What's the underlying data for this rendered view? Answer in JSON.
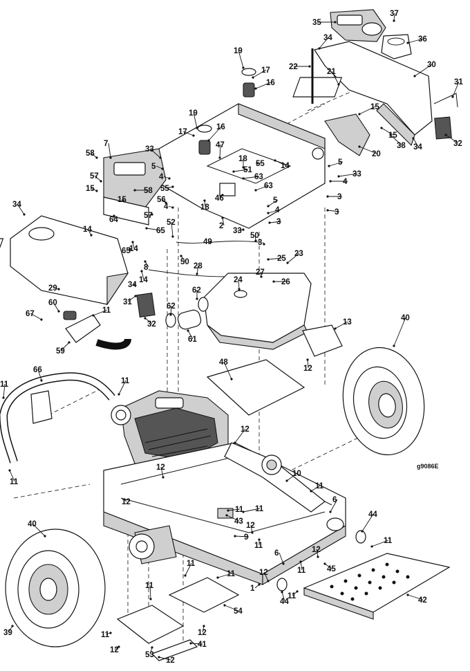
{
  "drawing_id": "g9086E",
  "callouts": [
    {
      "label": "35"
    },
    {
      "label": "37"
    },
    {
      "label": "36"
    },
    {
      "label": "34"
    },
    {
      "label": "30"
    },
    {
      "label": "19"
    },
    {
      "label": "17"
    },
    {
      "label": "16"
    },
    {
      "label": "22"
    },
    {
      "label": "21"
    },
    {
      "label": "31"
    },
    {
      "label": "15"
    },
    {
      "label": "15"
    },
    {
      "label": "20"
    },
    {
      "label": "38"
    },
    {
      "label": "34"
    },
    {
      "label": "32"
    },
    {
      "label": "19"
    },
    {
      "label": "17"
    },
    {
      "label": "16"
    },
    {
      "label": "7"
    },
    {
      "label": "33"
    },
    {
      "label": "47"
    },
    {
      "label": "18"
    },
    {
      "label": "58"
    },
    {
      "label": "5"
    },
    {
      "label": "4"
    },
    {
      "label": "55"
    },
    {
      "label": "14"
    },
    {
      "label": "5"
    },
    {
      "label": "33"
    },
    {
      "label": "4"
    },
    {
      "label": "57"
    },
    {
      "label": "15"
    },
    {
      "label": "58"
    },
    {
      "label": "55"
    },
    {
      "label": "51"
    },
    {
      "label": "63"
    },
    {
      "label": "63"
    },
    {
      "label": "18"
    },
    {
      "label": "46"
    },
    {
      "label": "3"
    },
    {
      "label": "15"
    },
    {
      "label": "56"
    },
    {
      "label": "4"
    },
    {
      "label": "5"
    },
    {
      "label": "4"
    },
    {
      "label": "3"
    },
    {
      "label": "34"
    },
    {
      "label": "64"
    },
    {
      "label": "57"
    },
    {
      "label": "2"
    },
    {
      "label": "33"
    },
    {
      "label": "3"
    },
    {
      "label": "14"
    },
    {
      "label": "65"
    },
    {
      "label": "52"
    },
    {
      "label": "65"
    },
    {
      "label": "14"
    },
    {
      "label": "50"
    },
    {
      "label": "3"
    },
    {
      "label": "49"
    },
    {
      "label": "25"
    },
    {
      "label": "23"
    },
    {
      "label": "50"
    },
    {
      "label": "8"
    },
    {
      "label": "14"
    },
    {
      "label": "28"
    },
    {
      "label": "27"
    },
    {
      "label": "26"
    },
    {
      "label": "29"
    },
    {
      "label": "34"
    },
    {
      "label": "24"
    },
    {
      "label": "62"
    },
    {
      "label": "62"
    },
    {
      "label": "60"
    },
    {
      "label": "31"
    },
    {
      "label": "67"
    },
    {
      "label": "11"
    },
    {
      "label": "32"
    },
    {
      "label": "61"
    },
    {
      "label": "13"
    },
    {
      "label": "40"
    },
    {
      "label": "59"
    },
    {
      "label": "12"
    },
    {
      "label": "48"
    },
    {
      "label": "66"
    },
    {
      "label": "11"
    },
    {
      "label": "11"
    },
    {
      "label": "12"
    },
    {
      "label": "11"
    },
    {
      "label": "12"
    },
    {
      "label": "10"
    },
    {
      "label": "11"
    },
    {
      "label": "6"
    },
    {
      "label": "12"
    },
    {
      "label": "11"
    },
    {
      "label": "43"
    },
    {
      "label": "11"
    },
    {
      "label": "44"
    },
    {
      "label": "12"
    },
    {
      "label": "9"
    },
    {
      "label": "11"
    },
    {
      "label": "40"
    },
    {
      "label": "6"
    },
    {
      "label": "12"
    },
    {
      "label": "45"
    },
    {
      "label": "11"
    },
    {
      "label": "12"
    },
    {
      "label": "11"
    },
    {
      "label": "1"
    },
    {
      "label": "11"
    },
    {
      "label": "44"
    },
    {
      "label": "42"
    },
    {
      "label": "54"
    },
    {
      "label": "11"
    },
    {
      "label": "12"
    },
    {
      "label": "41"
    },
    {
      "label": "53"
    },
    {
      "label": "39"
    },
    {
      "label": "12"
    },
    {
      "label": "11"
    },
    {
      "label": "12"
    },
    {
      "label": "11"
    },
    {
      "label": "11"
    }
  ]
}
